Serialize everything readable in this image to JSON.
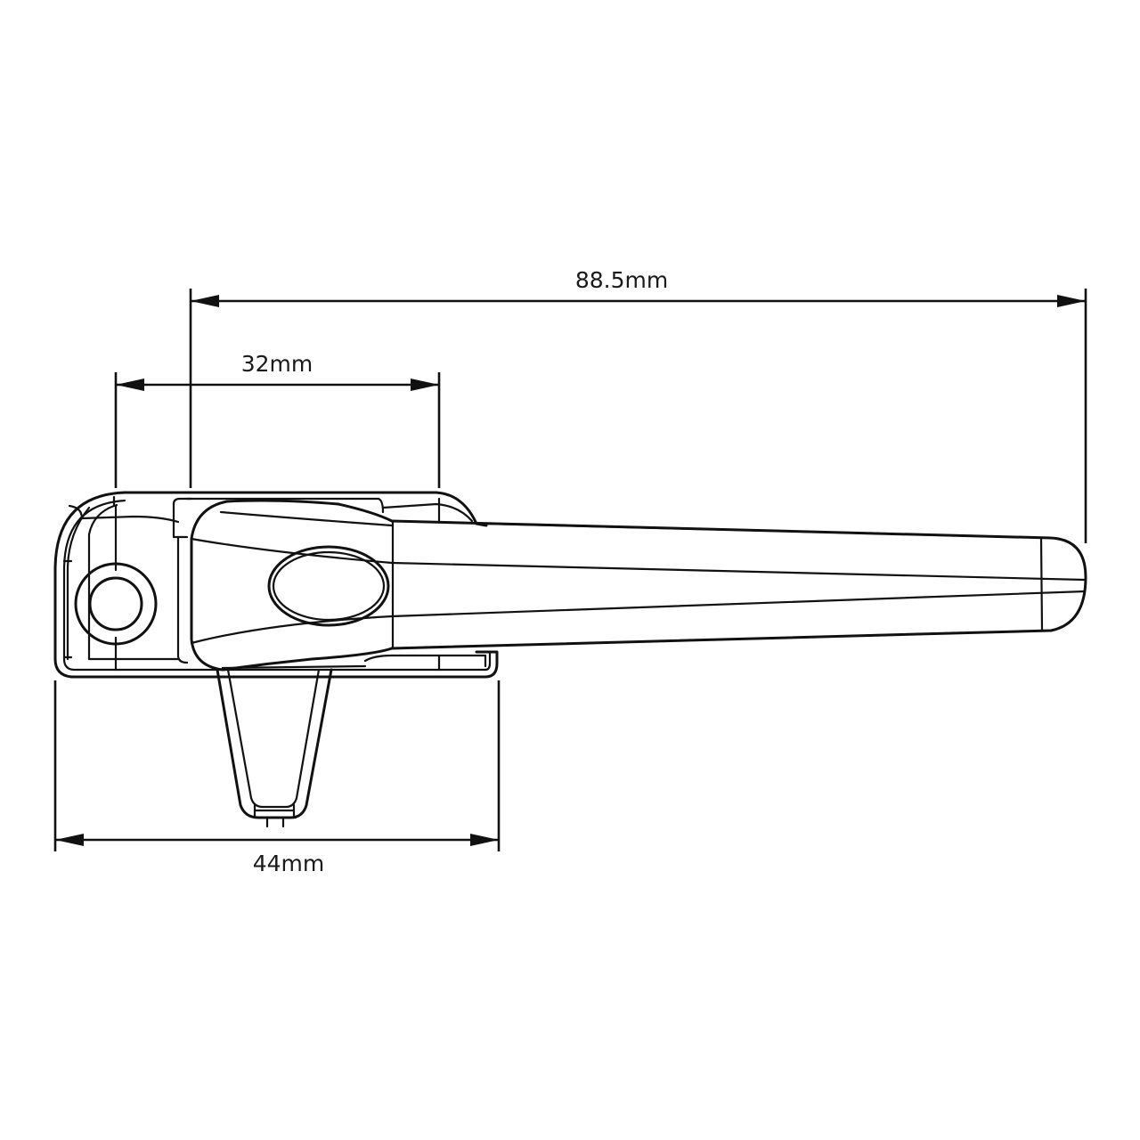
{
  "drawing": {
    "subject": "Window handle (cockspur) technical dimension drawing",
    "line_color": "#111111",
    "background": "#ffffff"
  },
  "dimensions": {
    "overall_length": {
      "label": "88.5mm",
      "value": 88.5,
      "unit": "mm"
    },
    "fixing_centres": {
      "label": "32mm",
      "value": 32,
      "unit": "mm"
    },
    "base_width": {
      "label": "44mm",
      "value": 44,
      "unit": "mm"
    }
  }
}
